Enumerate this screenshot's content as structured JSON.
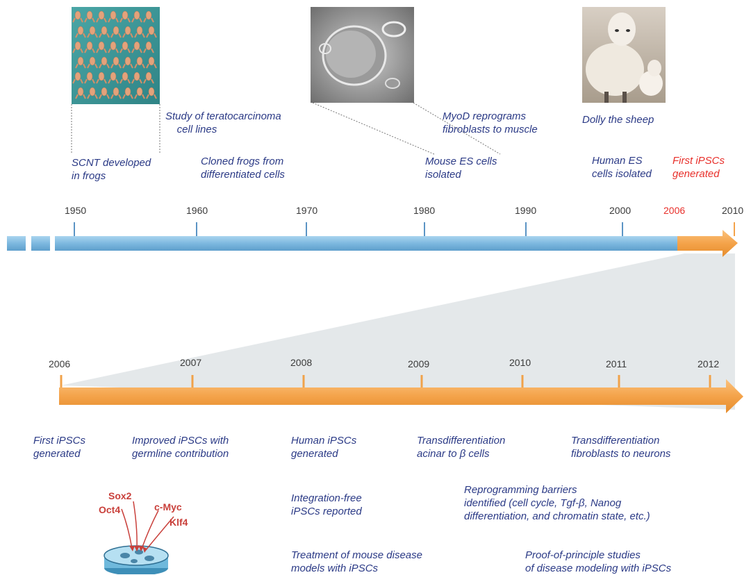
{
  "top_timeline": {
    "years": [
      "1950",
      "1960",
      "1970",
      "1980",
      "1990",
      "2000",
      "2006",
      "2010"
    ],
    "highlight_year": "2006"
  },
  "top_events": {
    "scnt": "SCNT developed\nin frogs",
    "teratocarcinoma": "Study of teratocarcinoma\n    cell lines",
    "cloned_frogs": "Cloned frogs from\ndifferentiated cells",
    "myod": "MyoD reprograms\nfibroblasts to muscle",
    "mouse_es": "Mouse ES cells\nisolated",
    "dolly": "Dolly the sheep",
    "human_es": "Human ES\ncells isolated",
    "first_ipsc": "First iPSCs\ngenerated"
  },
  "bottom_timeline": {
    "years": [
      "2006",
      "2007",
      "2008",
      "2009",
      "2010",
      "2011",
      "2012"
    ]
  },
  "bottom_events": {
    "first_ipsc": "First iPSCs\ngenerated",
    "improved_ipsc": "Improved iPSCs with\ngermline contribution",
    "human_ipsc": "Human iPSCs\ngenerated",
    "trans_acinar": "Transdifferentiation\nacinar to β cells",
    "trans_fibro": "Transdifferentiation\nfibroblasts to neurons",
    "integration_free": "Integration-free\niPSCs reported",
    "barriers": "Reprogramming barriers\nidentified (cell cycle, Tgf-β, Nanog\ndifferentiation, and chromatin state, etc.)",
    "mouse_disease": "Treatment of mouse disease\nmodels with iPSCs",
    "proof_principle": "Proof-of-principle studies\nof disease modeling with iPSCs"
  },
  "factors": {
    "sox2": "Sox2",
    "oct4": "Oct4",
    "cmyc": "c-Myc",
    "klf4": "Klf4"
  },
  "colors": {
    "blue_bar": "#7db8df",
    "orange_bar": "#f4a34a",
    "label_text": "#2b3a86",
    "highlight": "#e8302b",
    "wedge": "#e4e8ea"
  }
}
